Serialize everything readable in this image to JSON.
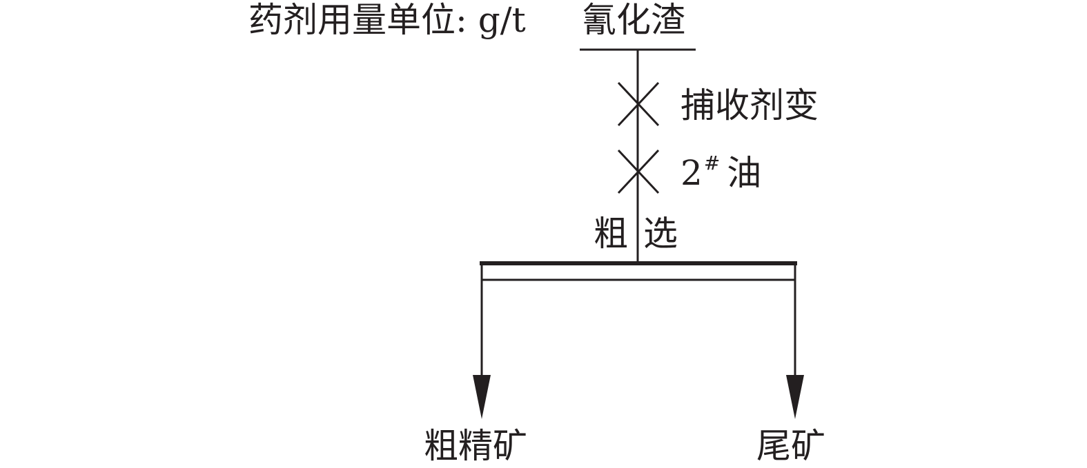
{
  "note": {
    "unit": "药剂用量单位: g/t"
  },
  "feed": {
    "label": "氰化渣"
  },
  "reagents": [
    {
      "name": "捕收剂变"
    },
    {
      "prefix": "2",
      "sup": "#",
      "name": "油"
    }
  ],
  "operation": {
    "part1": "粗",
    "part2": "选"
  },
  "products": {
    "concentrate": "粗精矿",
    "tailings": "尾矿"
  },
  "colors": {
    "ink": "#231f20",
    "background": "#ffffff"
  }
}
